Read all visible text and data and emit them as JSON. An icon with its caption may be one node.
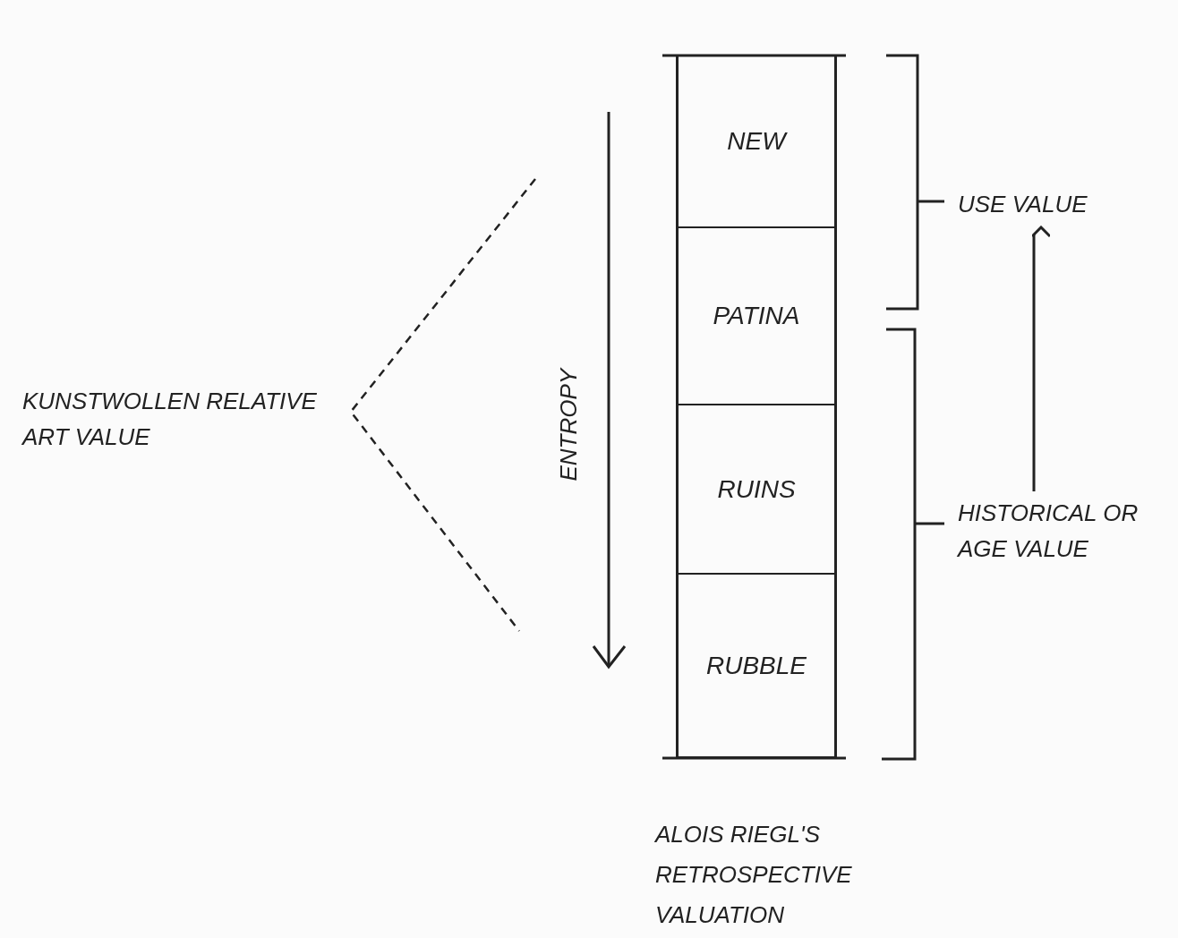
{
  "diagram": {
    "caption": "ALOIS RIEGL'S RETROSPECTIVE VALUATION",
    "nodes": [
      {
        "text": [
          "NEW"
        ]
      },
      {
        "text": [
          "PATINA"
        ]
      },
      {
        "text": [
          "RUINS"
        ]
      },
      {
        "text": [
          "RUBBLE"
        ]
      },
      {
        "text": [
          "KUNSTWOLLEN RELATIVE ART VALUE"
        ]
      },
      {
        "text": [
          "USE VALUE"
        ]
      },
      {
        "text": [
          "HISTORICAL OR AGE VALUE"
        ]
      }
    ],
    "edges": [
      {
        "from": 6,
        "to": 5,
        "arrow": "to"
      }
    ],
    "labels": [
      "ENTROPY"
    ]
  }
}
